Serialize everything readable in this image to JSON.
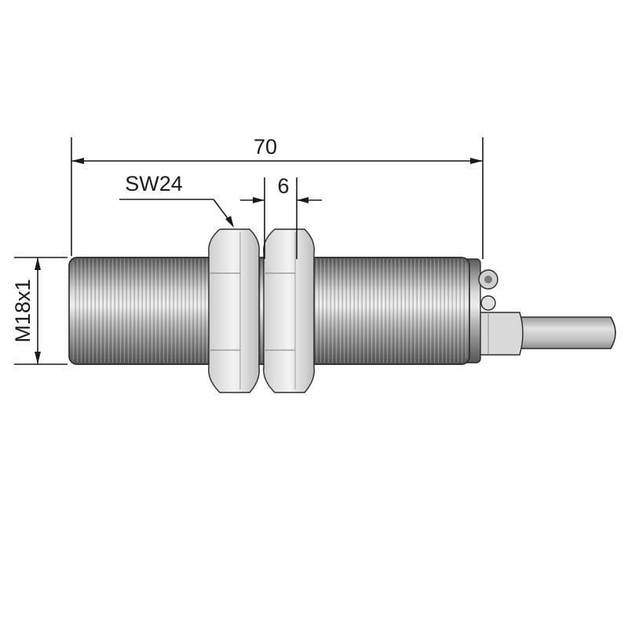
{
  "drawing": {
    "overall_length": "70",
    "wrench_size": "SW24",
    "nut_thickness": "6",
    "thread": "M18x1"
  },
  "colors": {
    "ink": "#1a1a1a",
    "metal_light": "#e6e6e6",
    "metal_dark": "#6e6e6e",
    "nut_face": "#efefef",
    "cable": "#bdbdbd"
  }
}
